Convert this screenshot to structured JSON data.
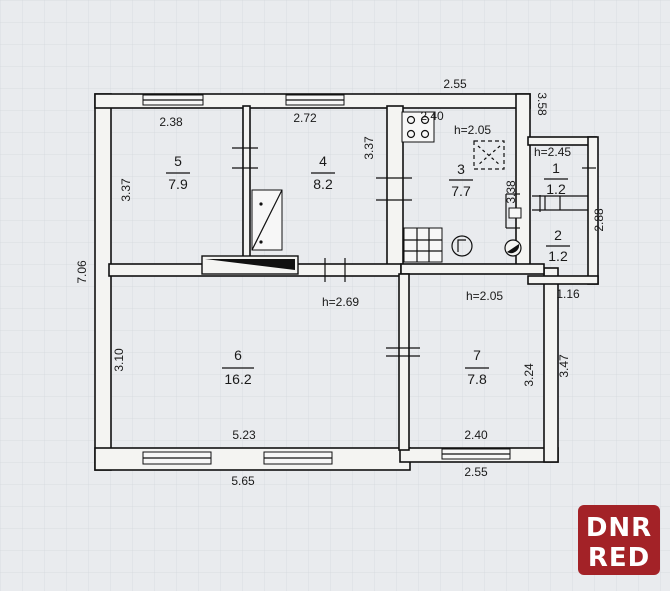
{
  "logo": {
    "line1": "DNR",
    "line2": "RED"
  },
  "heights": {
    "kitchen": "h=2.05",
    "hall": "h=2.69",
    "room7": "h=2.05",
    "porch": "h=2.45"
  },
  "rooms": [
    {
      "number": "1",
      "area": "1.2"
    },
    {
      "number": "2",
      "area": "1.2"
    },
    {
      "number": "3",
      "area": "7.7"
    },
    {
      "number": "4",
      "area": "8.2"
    },
    {
      "number": "5",
      "area": "7.9"
    },
    {
      "number": "6",
      "area": "16.2"
    },
    {
      "number": "7",
      "area": "7.8"
    }
  ],
  "dimensions": {
    "top_right_width": "2.55",
    "top_right_height": "3.58",
    "kitchen_width": "2.40",
    "room5_width": "2.38",
    "room4_width": "2.72",
    "room4_height": "3.37",
    "room5_height": "3.37",
    "kitchen_height": "3.38",
    "total_height": "7.06",
    "porch_height": "2.88",
    "porch_width": "1.16",
    "room6_height": "3.10",
    "room6_width": "5.23",
    "total_width": "5.65",
    "room7_height": "3.24",
    "room7_outer_height": "3.47",
    "room7_width": "2.40",
    "room7_outer_width": "2.55"
  }
}
